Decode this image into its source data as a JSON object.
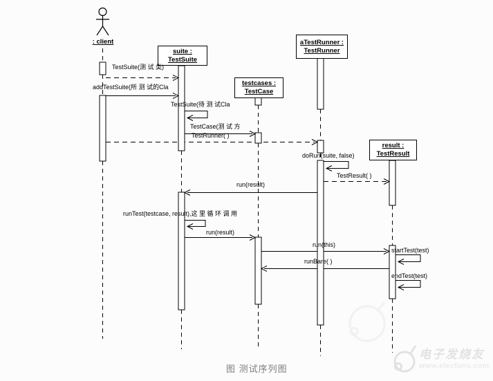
{
  "figure": {
    "caption": "图 测试序列图"
  },
  "actor": {
    "label": ": client"
  },
  "objects": [
    {
      "id": "suite",
      "line1": "suite :",
      "line2": "TestSuite"
    },
    {
      "id": "testcases",
      "line1": "testcases :",
      "line2": "TestCase"
    },
    {
      "id": "aTestRunner",
      "line1": "aTestRunner :",
      "line2": "TestRunner"
    },
    {
      "id": "result",
      "line1": "result :",
      "line2": "TestResult"
    }
  ],
  "messages": [
    {
      "label": "TestSuite(测 试 类)"
    },
    {
      "label": "addTestSuite(所 测 试的Cla"
    },
    {
      "label": "TestSuite(待 测 试Cla"
    },
    {
      "label": "TestCase(测 试 方"
    },
    {
      "label": "TestRunner( )"
    },
    {
      "label": "doRun(suite, false)"
    },
    {
      "label": "TestResult( )"
    },
    {
      "label": "run(result)"
    },
    {
      "label": "runTest(testcase, result),这 里 循 环 调 用"
    },
    {
      "label": "run(result)"
    },
    {
      "label": "run(this)"
    },
    {
      "label": "startTest(test)"
    },
    {
      "label": "runBare( )"
    },
    {
      "label": "endTest(test)"
    }
  ],
  "watermark": {
    "brand": "电子发烧友",
    "url": "www.elecfans.com"
  },
  "colors": {
    "line": "#000000",
    "caption": "#7d7d7d",
    "watermark": "#e4e4e4",
    "background": "#fcfcfc"
  }
}
